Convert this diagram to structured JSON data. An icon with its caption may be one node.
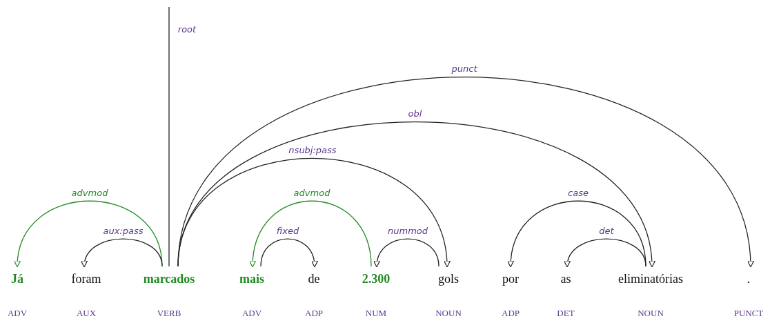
{
  "diagram": {
    "nodes": [
      {
        "text": [
          "Já"
        ],
        "beside": [
          "ADV"
        ]
      },
      {
        "text": [
          "foram"
        ],
        "beside": [
          "AUX"
        ]
      },
      {
        "text": [
          "marcados"
        ],
        "beside": [
          "VERB"
        ]
      },
      {
        "text": [
          "mais"
        ],
        "beside": [
          "ADV"
        ]
      },
      {
        "text": [
          "de"
        ],
        "beside": [
          "ADP"
        ]
      },
      {
        "text": [
          "2.300"
        ],
        "beside": [
          "NUM"
        ]
      },
      {
        "text": [
          "gols"
        ],
        "beside": [
          "NOUN"
        ]
      },
      {
        "text": [
          "por"
        ],
        "beside": [
          "ADP"
        ]
      },
      {
        "text": [
          "as"
        ],
        "beside": [
          "DET"
        ]
      },
      {
        "text": [
          "eliminatórias"
        ],
        "beside": [
          "NOUN"
        ]
      },
      {
        "text": [
          "."
        ],
        "beside": [
          "PUNCT"
        ]
      }
    ],
    "edges": [
      {
        "from": null,
        "to": 2,
        "arrow": "none",
        "label": "root"
      },
      {
        "from": 2,
        "to": 0,
        "arrow": "to",
        "label": "advmod",
        "color": "#228b22"
      },
      {
        "from": 2,
        "to": 1,
        "arrow": "to",
        "label": "aux:pass"
      },
      {
        "from": 2,
        "to": 6,
        "arrow": "to",
        "label": "nsubj:pass"
      },
      {
        "from": 2,
        "to": 9,
        "arrow": "to",
        "label": "obl"
      },
      {
        "from": 2,
        "to": 10,
        "arrow": "to",
        "label": "punct"
      },
      {
        "from": 5,
        "to": 3,
        "arrow": "to",
        "label": "advmod",
        "color": "#228b22"
      },
      {
        "from": 3,
        "to": 4,
        "arrow": "to",
        "label": "fixed"
      },
      {
        "from": 6,
        "to": 5,
        "arrow": "to",
        "label": "nummod"
      },
      {
        "from": 9,
        "to": 7,
        "arrow": "to",
        "label": "case"
      },
      {
        "from": 9,
        "to": 8,
        "arrow": "to",
        "label": "det"
      }
    ]
  }
}
